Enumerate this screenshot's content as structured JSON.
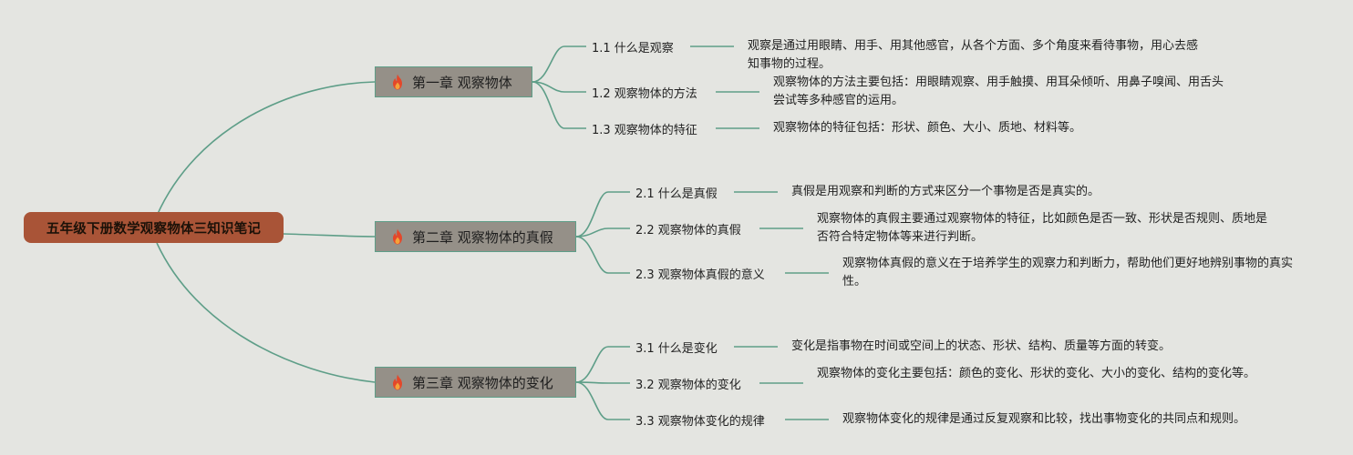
{
  "root": {
    "title": "五年级下册数学观察物体三知识笔记"
  },
  "colors": {
    "background": "#e4e5e1",
    "root_fill": "#a95437",
    "chapter_fill": "#959088",
    "connector": "#5e9e88",
    "flame": "#e4472a"
  },
  "chapters": [
    {
      "icon": "flame-icon",
      "title": "第一章 观察物体",
      "topics": [
        {
          "label": "1.1 什么是观察",
          "desc": "观察是通过用眼睛、用手、用其他感官，从各个方面、多个角度来看待事物，用心去感知事物的过程。"
        },
        {
          "label": "1.2 观察物体的方法",
          "desc": "观察物体的方法主要包括：用眼睛观察、用手触摸、用耳朵倾听、用鼻子嗅闻、用舌头尝试等多种感官的运用。"
        },
        {
          "label": "1.3 观察物体的特征",
          "desc": "观察物体的特征包括：形状、颜色、大小、质地、材料等。"
        }
      ]
    },
    {
      "icon": "flame-icon",
      "title": "第二章 观察物体的真假",
      "topics": [
        {
          "label": "2.1 什么是真假",
          "desc": "真假是用观察和判断的方式来区分一个事物是否是真实的。"
        },
        {
          "label": "2.2 观察物体的真假",
          "desc": "观察物体的真假主要通过观察物体的特征，比如颜色是否一致、形状是否规则、质地是否符合特定物体等来进行判断。"
        },
        {
          "label": "2.3 观察物体真假的意义",
          "desc": "观察物体真假的意义在于培养学生的观察力和判断力，帮助他们更好地辨别事物的真实性。"
        }
      ]
    },
    {
      "icon": "flame-icon",
      "title": "第三章 观察物体的变化",
      "topics": [
        {
          "label": "3.1 什么是变化",
          "desc": "变化是指事物在时间或空间上的状态、形状、结构、质量等方面的转变。"
        },
        {
          "label": "3.2 观察物体的变化",
          "desc": "观察物体的变化主要包括：颜色的变化、形状的变化、大小的变化、结构的变化等。"
        },
        {
          "label": "3.3 观察物体变化的规律",
          "desc": "观察物体变化的规律是通过反复观察和比较，找出事物变化的共同点和规则。"
        }
      ]
    }
  ]
}
